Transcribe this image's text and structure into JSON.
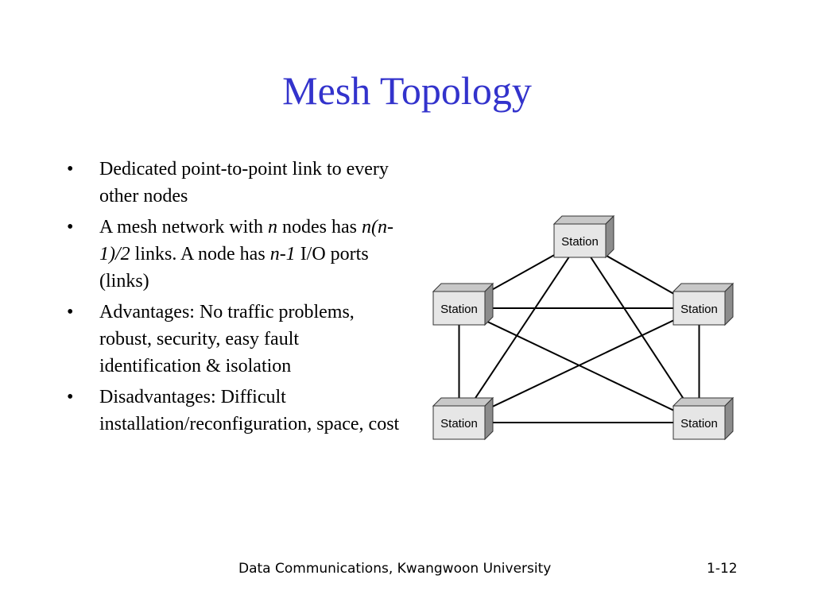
{
  "slide": {
    "title": "Mesh Topology",
    "bullets": [
      {
        "parts": [
          {
            "text": "Dedicated point-to-point link to every other nodes",
            "italic": false
          }
        ]
      },
      {
        "parts": [
          {
            "text": "A mesh network with ",
            "italic": false
          },
          {
            "text": "n",
            "italic": true
          },
          {
            "text": " nodes has ",
            "italic": false
          },
          {
            "text": "n(n-1)/2",
            "italic": true
          },
          {
            "text": " links.  A node has ",
            "italic": false
          },
          {
            "text": "n-1",
            "italic": true
          },
          {
            "text": " I/O ports (links)",
            "italic": false
          }
        ]
      },
      {
        "parts": [
          {
            "text": "Advantages: No traffic problems, robust, security, easy fault identification & isolation",
            "italic": false
          }
        ]
      },
      {
        "parts": [
          {
            "text": "Disadvantages: Difficult installation/reconfiguration, space, cost",
            "italic": false
          }
        ]
      }
    ],
    "bullet_symbol": "•"
  },
  "diagram": {
    "node_label": "Station",
    "nodes": [
      "top",
      "left",
      "right",
      "bottom-left",
      "bottom-right"
    ],
    "links": [
      [
        "top",
        "left"
      ],
      [
        "top",
        "right"
      ],
      [
        "top",
        "bottom-left"
      ],
      [
        "top",
        "bottom-right"
      ],
      [
        "left",
        "right"
      ],
      [
        "left",
        "bottom-left"
      ],
      [
        "left",
        "bottom-right"
      ],
      [
        "right",
        "bottom-left"
      ],
      [
        "right",
        "bottom-right"
      ],
      [
        "bottom-left",
        "bottom-right"
      ]
    ],
    "colors": {
      "box_front": "#e6e6e6",
      "box_top": "#c8c8c8",
      "box_side": "#8c8c8c",
      "link": "#000000"
    }
  },
  "footer": {
    "left": "Data Communications, Kwangwoon University",
    "right": "1-12"
  }
}
